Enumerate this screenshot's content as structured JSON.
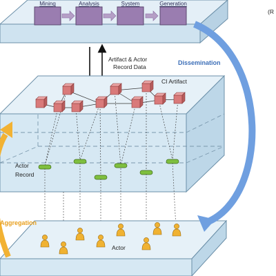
{
  "process": {
    "stages": [
      "Mining",
      "Analysis",
      "System",
      "Generation"
    ]
  },
  "labels": {
    "record_data_line1": "Artifact & Actor",
    "record_data_line2": "Record Data",
    "ci_artifact": "CI Artifact",
    "dissemination": "Dissemination",
    "actor_record_line1": "Actor",
    "actor_record_line2": "Record",
    "aggregation": "Aggregation",
    "actor": "Actor",
    "corner_text": "(R"
  },
  "colors": {
    "dissemination_arrow": "#6f9fe0",
    "aggregation_arrow": "#f2b233",
    "artifact_cube": "#d97a7a",
    "record_capsule": "#7fbf3f",
    "actor_person": "#f0b232",
    "stage_box": "#9a7db0",
    "slab": "#dcebf5"
  }
}
